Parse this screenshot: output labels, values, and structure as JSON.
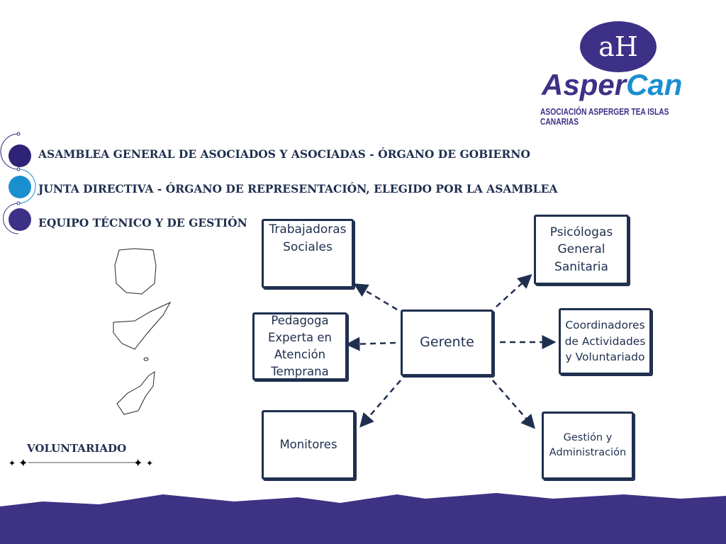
{
  "logo": {
    "name": "AsperCan",
    "asper": "Asper",
    "can": "Can",
    "tagline": "ASOCIACIÓN ASPERGER TEA ISLAS CANARIAS",
    "monogram": "aH"
  },
  "levels": [
    {
      "label": "ASAMBLEA GENERAL DE ASOCIADOS Y ASOCIADAS - ÓRGANO DE GOBIERNO",
      "color": "#2e2376"
    },
    {
      "label": "JUNTA DIRECTIVA - ÓRGANO DE REPRESENTACIÓN, ELEGIDO POR LA ASAMBLEA",
      "color": "#1a8fd0"
    },
    {
      "label": "EQUIPO TÉCNICO Y DE GESTIÓN",
      "color": "#3d3187"
    }
  ],
  "center": "Gerente",
  "nodes": {
    "trabajadoras": "Trabajadoras\nSociales",
    "psicologas": "Psicólogas\nGeneral\nSanitaria",
    "pedagoga": "Pedagoga\nExperta en\nAtención\nTemprana",
    "coordinadores": "Coordinadores\nde Actividades\ny Voluntariado",
    "monitores": "Monitores",
    "gestion": "Gestión y\nAdministración"
  },
  "voluntariado": "VOLUNTARIADO",
  "colors": {
    "navy": "#1f2f4f",
    "purple": "#3d3283",
    "blue": "#1a8fd0"
  }
}
